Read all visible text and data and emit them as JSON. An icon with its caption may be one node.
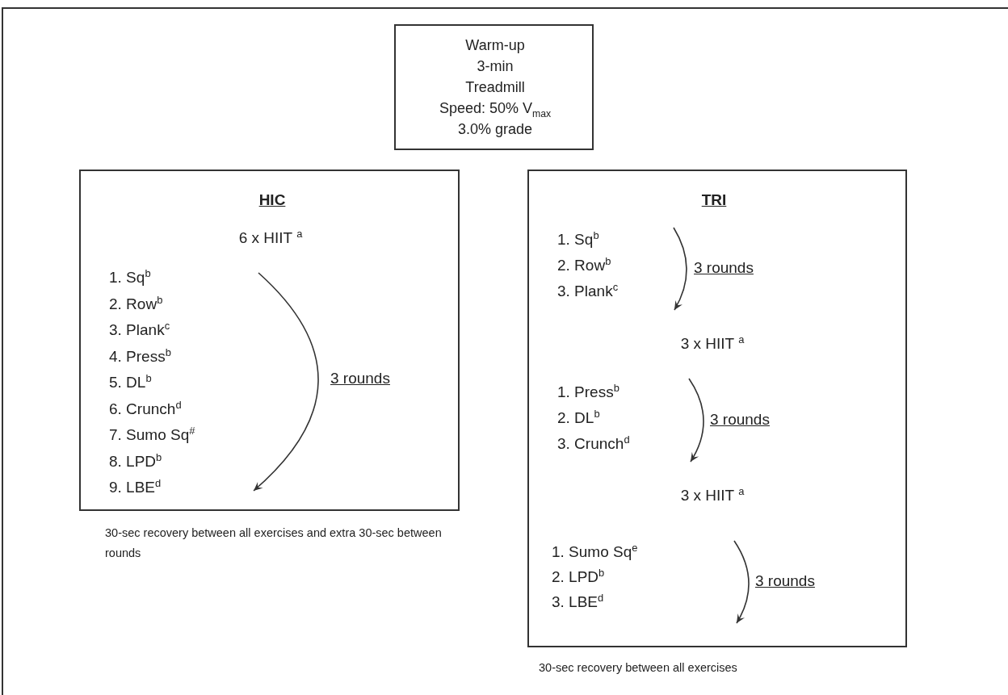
{
  "diagram": {
    "nodes": [
      {
        "text": [
          "Warm-up",
          "3-min",
          "Treadmill",
          "Speed: 50% V$_{max}$",
          "3.0% grade"
        ]
      },
      {
        "text": [
          "HIC",
          "6 x HIIT $^{a}$",
          "1. Sq$^{b}$",
          "2. Row$^{b}$",
          "3. Plank$^{c}$",
          "4. Press$^{b}$",
          "5. DL$^{b}$",
          "6. Crunch$^{d}$",
          "7. Sumo Sq$^{#}$",
          "8. LPD$^{b}$",
          "9. LBE$^{d}$",
          "3 rounds"
        ],
        "beside": [
          "30-sec recovery between all exercises and extra 30-sec between rounds"
        ]
      },
      {
        "text": [
          "TRI",
          "1. Sq$^{b}$",
          "2. Row$^{b}$",
          "3. Plank$^{c}$",
          "3 rounds",
          "3 x HIIT $^{a}$",
          "1. Press$^{b}$",
          "2. DL$^{b}$",
          "3. Crunch$^{d}$",
          "3 rounds",
          "3 x HIIT $^{a}$",
          "1. Sumo Sq$^{e}$",
          "2. LPD$^{b}$",
          "3. LBE$^{d}$",
          "3 rounds"
        ],
        "beside": [
          "30-sec recovery between all exercises"
        ]
      }
    ]
  }
}
